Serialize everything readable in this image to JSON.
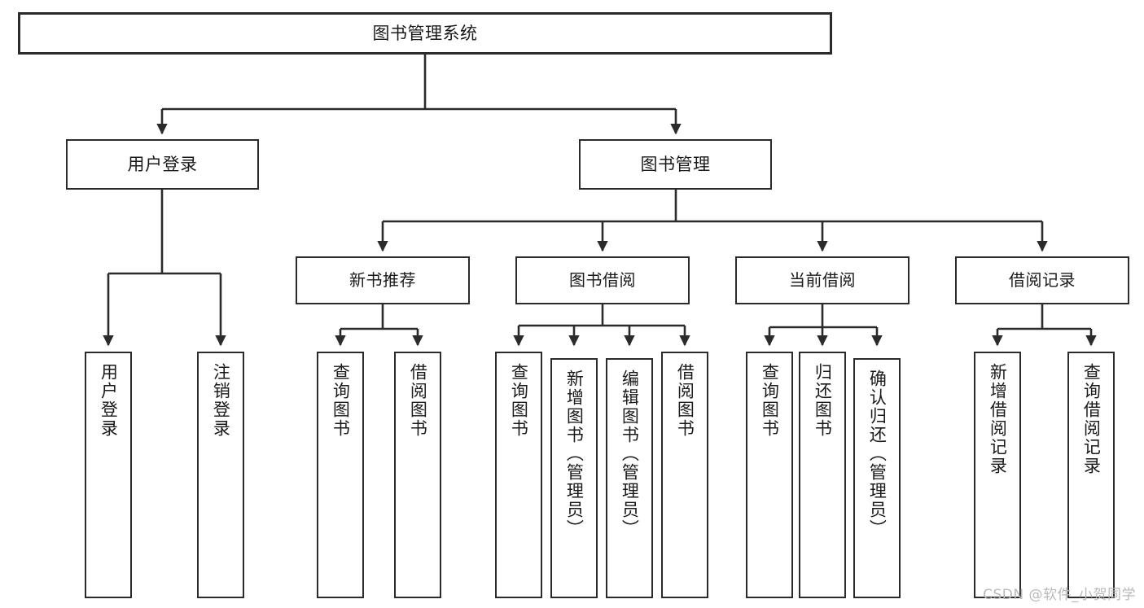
{
  "diagram": {
    "title": "图书管理系统",
    "type": "tree-hierarchy",
    "watermark": "CSDN @软件_小贺同学",
    "colors": {
      "box_border": "#2b2b2b",
      "box_fill": "#ffffff",
      "edge": "#2b2b2b",
      "background": "#ffffff",
      "watermark": "#b9b9b9"
    },
    "nodes": {
      "root": {
        "label": "图书管理系统"
      },
      "level1": [
        {
          "id": "user-login",
          "label": "用户登录"
        },
        {
          "id": "book-manage",
          "label": "图书管理"
        }
      ],
      "level2": [
        {
          "id": "new-book-recommend",
          "label": "新书推荐"
        },
        {
          "id": "book-borrow",
          "label": "图书借阅"
        },
        {
          "id": "current-borrow",
          "label": "当前借阅"
        },
        {
          "id": "borrow-record",
          "label": "借阅记录"
        }
      ],
      "leaves": {
        "user_login": [
          {
            "id": "leaf-user-login",
            "label": "用户登录"
          },
          {
            "id": "leaf-logout-login",
            "label": "注销登录"
          }
        ],
        "new_book_recommend": [
          {
            "id": "leaf-query-book-1",
            "label": "查询图书"
          },
          {
            "id": "leaf-borrow-book-1",
            "label": "借阅图书"
          }
        ],
        "book_borrow": [
          {
            "id": "leaf-query-book-2",
            "label": "查询图书"
          },
          {
            "id": "leaf-add-book",
            "label": "新增图书（管理员）"
          },
          {
            "id": "leaf-edit-book",
            "label": "编辑图书（管理员）"
          },
          {
            "id": "leaf-borrow-book-2",
            "label": "借阅图书"
          }
        ],
        "current_borrow": [
          {
            "id": "leaf-query-book-3",
            "label": "查询图书"
          },
          {
            "id": "leaf-return-book",
            "label": "归还图书"
          },
          {
            "id": "leaf-confirm-return",
            "label": "确认归还（管理员）"
          }
        ],
        "borrow_record": [
          {
            "id": "leaf-add-record",
            "label": "新增借阅记录"
          },
          {
            "id": "leaf-query-record",
            "label": "查询借阅记录"
          }
        ]
      }
    }
  }
}
